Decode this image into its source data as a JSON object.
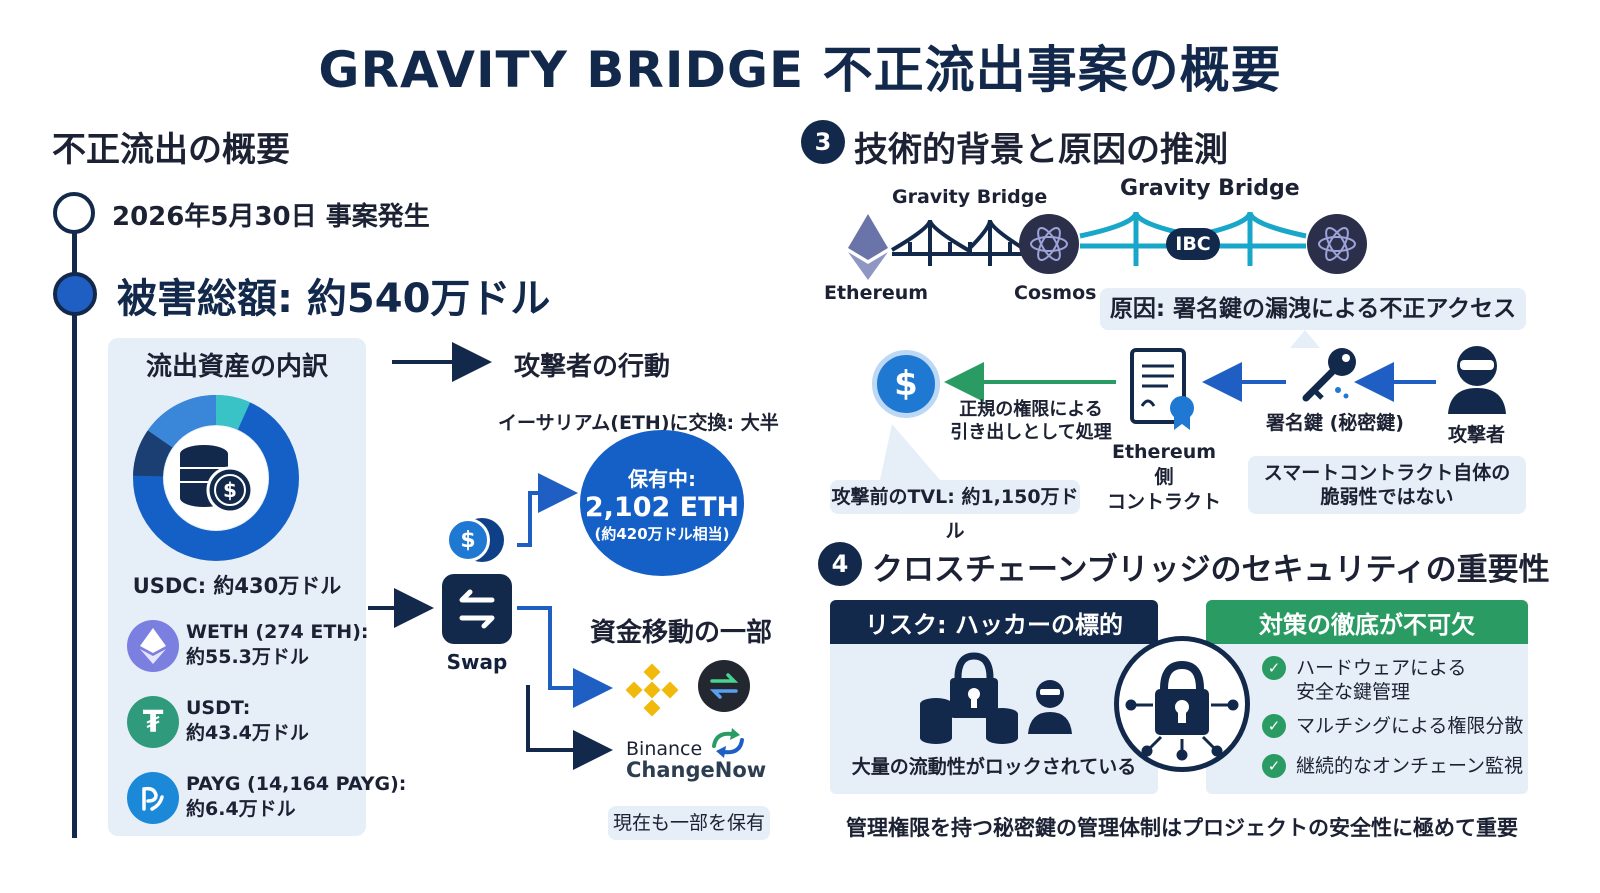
{
  "title": "GRAVITY BRIDGE 不正流出事案の概要",
  "overview": {
    "heading": "不正流出の概要",
    "date": "2026年5月30日 事案発生",
    "total": "被害総額: 約540万ドル"
  },
  "breakdown": {
    "heading": "流出資産の内訳",
    "usdc": "USDC: 約430万ドル",
    "assets": [
      {
        "name": "WETH (274 ETH):",
        "value": "約55.3万ドル",
        "color": "#7b7fe0",
        "icon": "ethereum-icon"
      },
      {
        "name": "USDT:",
        "value": "約43.4万ドル",
        "color": "#2f9b7c",
        "icon": "tether-icon"
      },
      {
        "name": "PAYG (14,164 PAYG):",
        "value": "約6.4万ドル",
        "color": "#1c88d8",
        "icon": "payg-icon"
      }
    ]
  },
  "attacker": {
    "heading": "攻撃者の行動",
    "swap_label": "Swap",
    "exchange_label": "イーサリアム(ETH)に交換: 大半",
    "holding_line1": "保有中:",
    "holding_line2": "2,102 ETH",
    "holding_line3": "(約420万ドル相当)",
    "movement_heading": "資金移動の一部",
    "binance": "Binance",
    "changenow": "ChangeNow",
    "still_holding": "現在も一部を保有"
  },
  "section3": {
    "number": "3",
    "heading": "技術的背景と原因の推測",
    "bridge_label_left": "Gravity Bridge",
    "bridge_label_right": "Gravity Bridge",
    "ibc": "IBC",
    "ethereum": "Ethereum",
    "cosmos": "Cosmos",
    "cause": "原因: 署名鍵の漏洩による不正アクセス",
    "withdraw_line1": "正規の権限による",
    "withdraw_line2": "引き出しとして処理",
    "contract_line1": "Ethereum側",
    "contract_line2": "コントラクト",
    "key_label": "署名鍵 (秘密鍵)",
    "attacker_label": "攻撃者",
    "tvl": "攻撃前のTVL: 約1,150万ドル",
    "not_vuln_line1": "スマートコントラクト自体の",
    "not_vuln_line2": "脆弱性ではない"
  },
  "section4": {
    "number": "4",
    "heading": "クロスチェーンブリッジのセキュリティの重要性",
    "risk_header": "リスク: ハッカーの標的",
    "risk_caption": "大量の流動性がロックされている",
    "measure_header": "対策の徹底が不可欠",
    "measures": [
      "ハードウェアによる\n安全な鍵管理",
      "マルチシグによる権限分散",
      "継続的なオンチェーン監視"
    ],
    "footer": "管理権限を持つ秘密鍵の管理体制はプロジェクトの安全性に極めて重要"
  },
  "colors": {
    "navy": "#13294b",
    "blue": "#1f5fc4",
    "green": "#2a9b62",
    "teal": "#19a7c9",
    "panel": "#e6eef7"
  }
}
